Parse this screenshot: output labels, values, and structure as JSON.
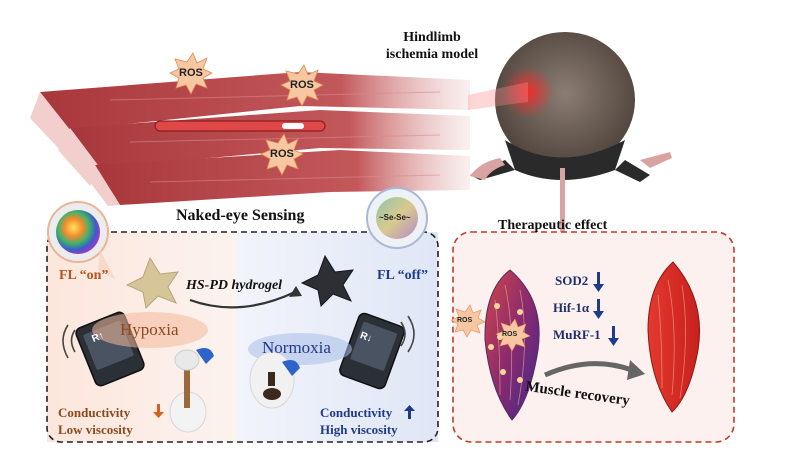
{
  "top": {
    "ros_labels": [
      "ROS",
      "ROS",
      "ROS"
    ],
    "model_title_line1": "Hindlimb",
    "model_title_line2": "ischemia model"
  },
  "sensing": {
    "title": "Naked-eye Sensing",
    "fl_on": "FL “on”",
    "fl_off": "FL “off”",
    "hydrogel": "HS-PD hydrogel",
    "se_label": "~Se-Se~",
    "phone_left": "R↑",
    "phone_right": "R↓",
    "hypoxia": "Hypoxia",
    "normoxia": "Normoxia",
    "left_line1": "Conductivity",
    "left_line2": "Low viscosity",
    "right_line1": "Conductivity",
    "right_line2": "High viscosity"
  },
  "therapy": {
    "title": "Therapeutic effect",
    "markers": [
      "SOD2",
      "Hif-1α",
      "MuRF-1"
    ],
    "ros_labels": [
      "ROS",
      "ROS"
    ],
    "recovery": "Muscle recovery"
  },
  "colors": {
    "muscle": "#b8494b",
    "dashed_border_left": "#222222",
    "dashed_border_right": "#c0392b",
    "marker_text": "#1f2f6b",
    "arrow_down": "#1f3a8a",
    "left_text": "#8a4a1c",
    "right_text": "#1f3a8a"
  }
}
